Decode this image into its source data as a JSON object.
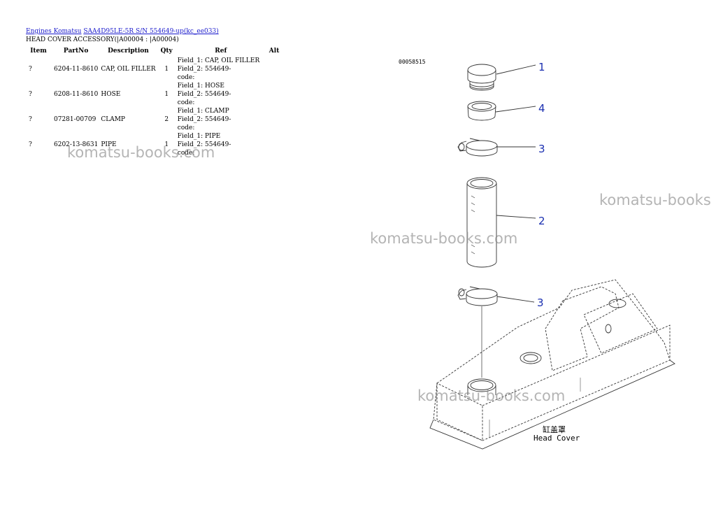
{
  "breadcrumb": {
    "link1": "Engines Komatsu",
    "link2": "SAA4D95LE-5R S/N 554649-up(kc_ee033)"
  },
  "subtitle": "HEAD COVER ACCESSORY(|A00004 : |A00004)",
  "table": {
    "headers": {
      "item": "Item",
      "partno": "PartNo",
      "description": "Description",
      "qty": "Qty",
      "ref": "Ref",
      "alt": "Alt"
    },
    "rows": [
      {
        "item": "?",
        "partno": "6204-11-8610",
        "description": "CAP, OIL FILLER",
        "qty": "1",
        "ref1": "Field_1: CAP, OIL FILLER",
        "ref2": "Field_2: 554649-",
        "ref3": "code:"
      },
      {
        "item": "?",
        "partno": "6208-11-8610",
        "description": "HOSE",
        "qty": "1",
        "ref1": "Field_1: HOSE",
        "ref2": "Field_2: 554649-",
        "ref3": "code:"
      },
      {
        "item": "?",
        "partno": "07281-00709",
        "description": "CLAMP",
        "qty": "2",
        "ref1": "Field_1: CLAMP",
        "ref2": "Field_2: 554649-",
        "ref3": "code:"
      },
      {
        "item": "?",
        "partno": "6202-13-8631",
        "description": "PIPE",
        "qty": "1",
        "ref1": "Field_1: PIPE",
        "ref2": "Field_2: 554649-",
        "ref3": "code:"
      }
    ]
  },
  "diagram": {
    "code": "00058515",
    "callouts": [
      "1",
      "4",
      "3",
      "2",
      "3"
    ],
    "label_cn": "缸盖罩",
    "label_en": "Head Cover"
  },
  "watermark": {
    "text1": "komatsu-books.com",
    "text2": "komatsu-books"
  }
}
